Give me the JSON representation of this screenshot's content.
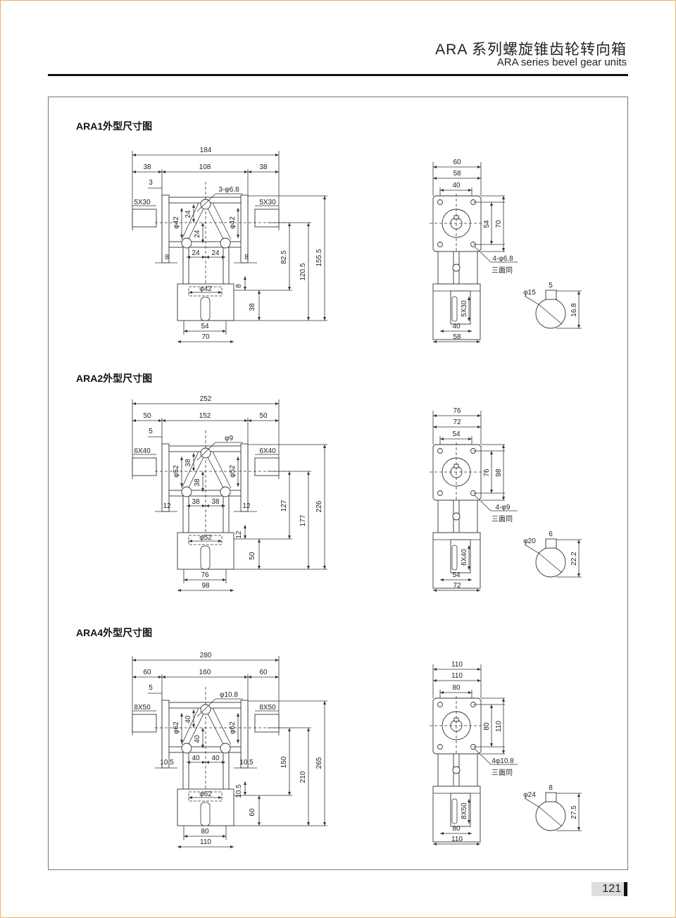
{
  "header": {
    "title_cn": "ARA 系列螺旋锥齿轮转向箱",
    "title_en": "ARA series bevel gear units"
  },
  "page_number": "121",
  "sections": [
    {
      "title": "ARA1外型尺寸图",
      "front": {
        "total": "184",
        "left": "38",
        "mid": "108",
        "right": "38",
        "offset": "3",
        "key_left": "5X30",
        "key_right": "5X30",
        "hole": "3-φ6.8",
        "phi_left": "φ42",
        "phi_right": "φ42",
        "v_upper": "24",
        "v_lower": "24",
        "h_left": "24",
        "h_right": "24",
        "gap_left": "8",
        "gap_right": "8",
        "phi_bottom": "φ42",
        "flange": "8",
        "base": "38",
        "inner_w": "54",
        "outer_w": "70",
        "h1": "82.5",
        "h2": "120.5",
        "h3": "155.5"
      },
      "side": {
        "w1": "60",
        "w2": "58",
        "w3": "40",
        "v1": "54",
        "v2": "70",
        "hole": "4-φ6.8",
        "same": "三面同",
        "key": "5X30",
        "b1": "40",
        "b2": "58",
        "shaft_d": "φ15",
        "key_w": "5",
        "key_h": "16.8"
      }
    },
    {
      "title": "ARA2外型尺寸图",
      "front": {
        "total": "252",
        "left": "50",
        "mid": "152",
        "right": "50",
        "offset": "5",
        "key_left": "6X40",
        "key_right": "6X40",
        "hole": "φ9",
        "phi_left": "φ52",
        "phi_right": "φ52",
        "v_upper": "38",
        "v_lower": "38",
        "h_left": "38",
        "h_right": "38",
        "gap_left": "12",
        "gap_right": "12",
        "phi_bottom": "φ52",
        "flange": "12",
        "base": "50",
        "inner_w": "76",
        "outer_w": "98",
        "h1": "127",
        "h2": "177",
        "h3": "226"
      },
      "side": {
        "w1": "76",
        "w2": "72",
        "w3": "54",
        "v1": "76",
        "v2": "98",
        "hole": "4-φ9",
        "same": "三面同",
        "key": "6X40",
        "b1": "54",
        "b2": "72",
        "shaft_d": "φ20",
        "key_w": "6",
        "key_h": "22.2"
      }
    },
    {
      "title": "ARA4外型尺寸图",
      "front": {
        "total": "280",
        "left": "60",
        "mid": "160",
        "right": "60",
        "offset": "5",
        "key_left": "8X50",
        "key_right": "8X50",
        "hole": "φ10.8",
        "phi_left": "φ62",
        "phi_right": "φ62",
        "v_upper": "40",
        "v_lower": "40",
        "h_left": "40",
        "h_right": "40",
        "gap_left": "10.5",
        "gap_right": "10.5",
        "phi_bottom": "φ62",
        "flange": "10.5",
        "base": "60",
        "inner_w": "80",
        "outer_w": "110",
        "h1": "150",
        "h2": "210",
        "h3": "265"
      },
      "side": {
        "w1": "110",
        "w2": "110",
        "w3": "80",
        "v1": "80",
        "v2": "110",
        "hole": "4φ10.8",
        "same": "三面同",
        "key": "8X50",
        "b1": "80",
        "b2": "110",
        "shaft_d": "φ24",
        "key_w": "8",
        "key_h": "27.5"
      }
    }
  ]
}
